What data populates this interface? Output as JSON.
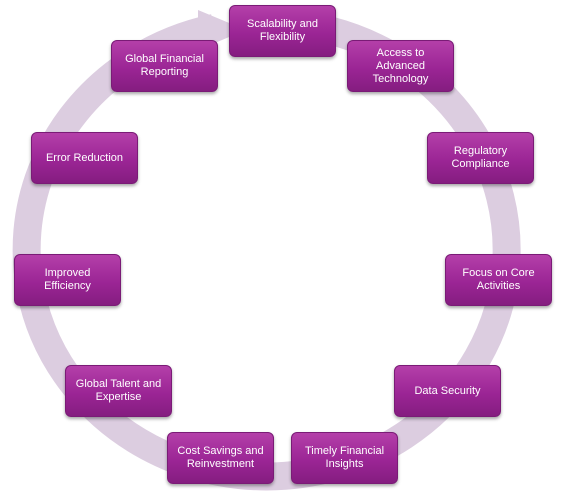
{
  "diagram": {
    "ring_color": "#dccde0",
    "node_color": "#a02a99",
    "text_color": "#ffffff",
    "nodes": [
      {
        "id": "scalability",
        "label": "Scalability and Flexibility"
      },
      {
        "id": "technology",
        "label": "Access to Advanced Technology"
      },
      {
        "id": "compliance",
        "label": "Regulatory Compliance"
      },
      {
        "id": "core",
        "label": "Focus on Core Activities"
      },
      {
        "id": "security",
        "label": "Data Security"
      },
      {
        "id": "insights",
        "label": "Timely Financial Insights"
      },
      {
        "id": "savings",
        "label": "Cost Savings and Reinvestment"
      },
      {
        "id": "talent",
        "label": "Global Talent and Expertise"
      },
      {
        "id": "efficiency",
        "label": "Improved Efficiency"
      },
      {
        "id": "error",
        "label": "Error Reduction"
      },
      {
        "id": "reporting",
        "label": "Global Financial Reporting"
      }
    ]
  }
}
